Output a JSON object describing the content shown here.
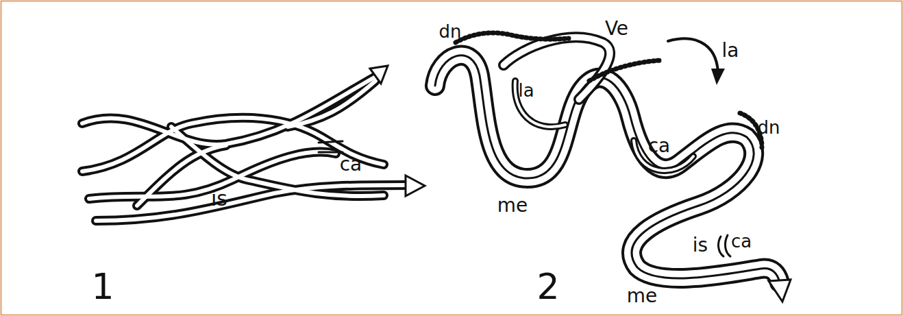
{
  "diagram": {
    "labels": [
      "is",
      "ca",
      "1",
      "dn",
      "Ve",
      "la",
      "la",
      "dn",
      "ca",
      "me",
      "is",
      "ca",
      "2",
      "me"
    ]
  }
}
